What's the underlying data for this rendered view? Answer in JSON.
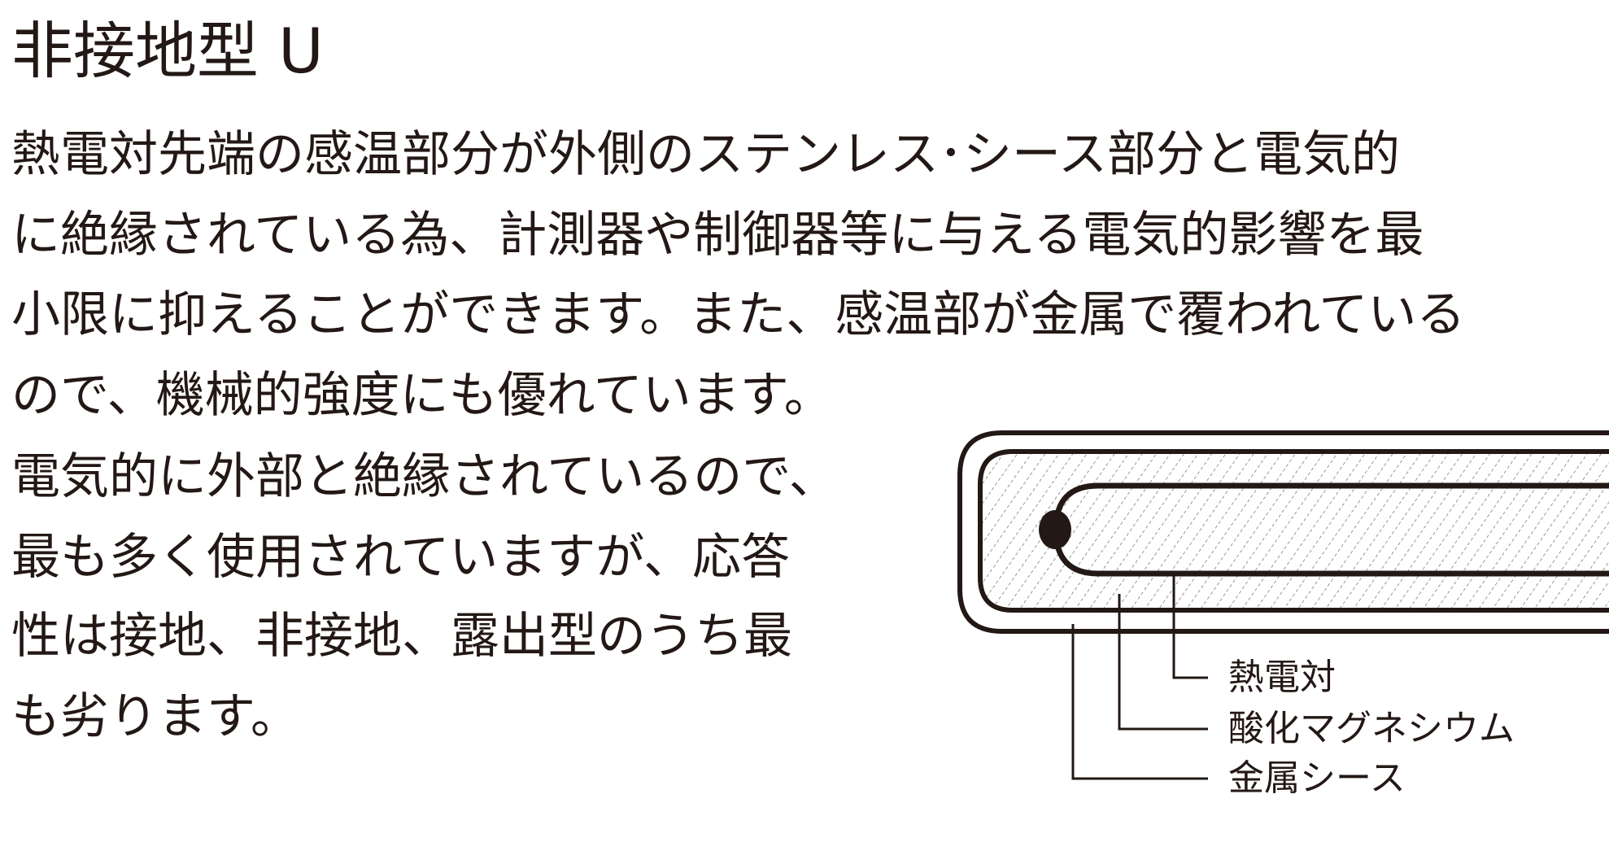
{
  "title": "非接地型 U",
  "body_lines": [
    "熱電対先端の感温部分が外側のステンレス･シース部分と電気的",
    "に絶縁されている為、計測器や制御器等に与える電気的影響を最",
    "小限に抑えることができます。また、感温部が金属で覆われている",
    "ので、機械的強度にも優れています。",
    "電気的に外部と絶縁されているので、",
    "最も多く使用されていますが、応答",
    "性は接地、非接地、露出型のうち最",
    "も劣ります。"
  ],
  "diagram": {
    "labels": {
      "thermocouple": "熱電対",
      "magnesium_oxide": "酸化マグネシウム",
      "metal_sheath": "金属シース"
    }
  }
}
